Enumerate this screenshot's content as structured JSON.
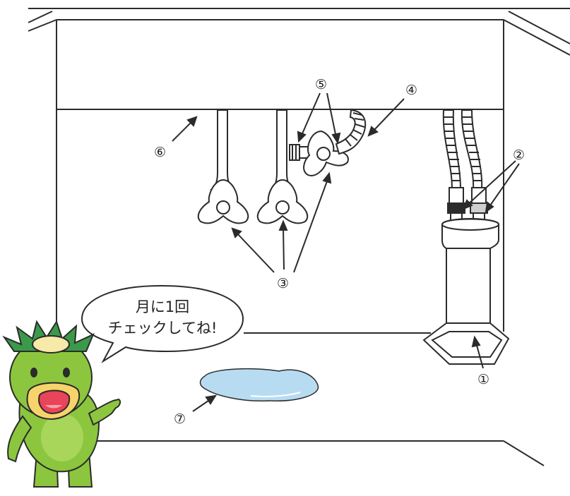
{
  "speech_bubble": {
    "line1": "月に1回",
    "line2": "チェックしてね!"
  },
  "labels": {
    "filter_unit": "①",
    "hose_fittings": "②",
    "valves": "③",
    "drain_hose": "④",
    "valve_joints": "⑤",
    "cabinet_ceiling": "⑥",
    "water_leak": "⑦"
  },
  "colors": {
    "line": "#2b2b2b",
    "puddle": "#b7dcf2",
    "mascot_green": "#8cc63f",
    "mascot_dark": "#4a8a1e",
    "mascot_beak": "#f7d36b",
    "mascot_mouth": "#e8445a",
    "mascot_hair": "#2e8b57"
  }
}
